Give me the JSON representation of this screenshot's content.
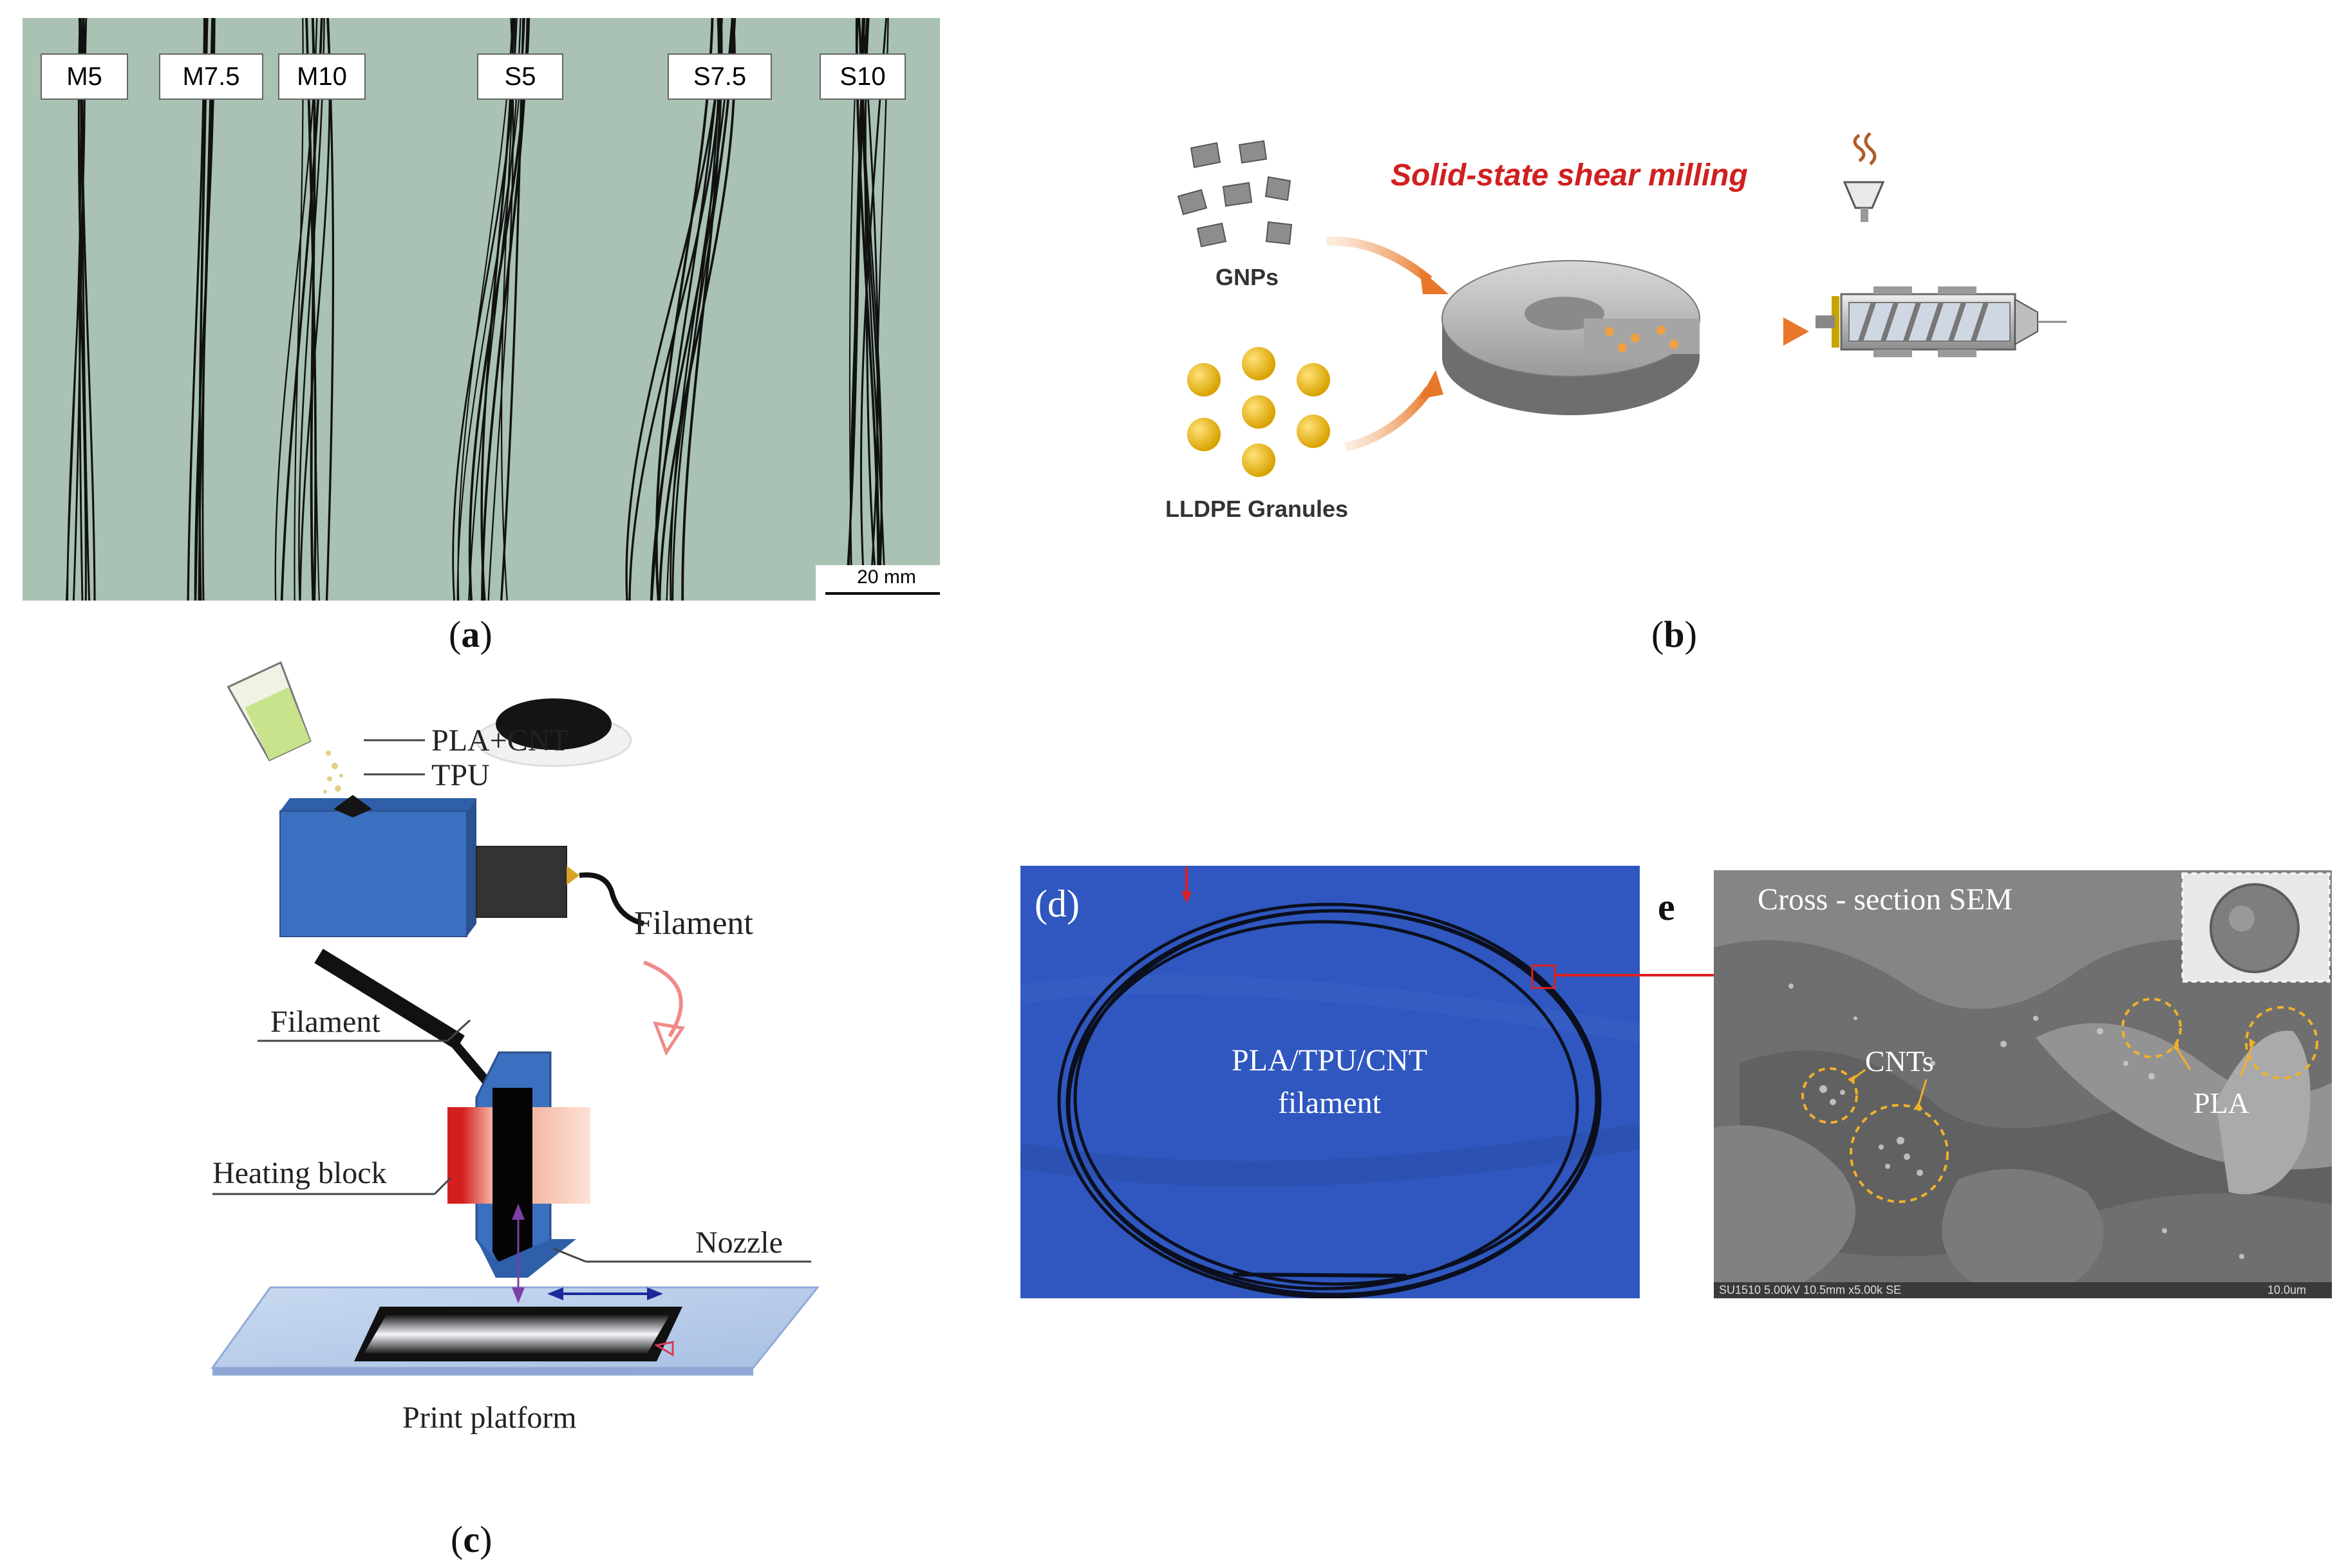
{
  "panel_a": {
    "samples": [
      "M5",
      "M7.5",
      "M10",
      "S5",
      "S7.5",
      "S10"
    ],
    "scale_bar": "20 mm",
    "caption_letter": "a"
  },
  "panel_b": {
    "title": "Solid-state shear milling",
    "gnps": "GNPs",
    "granules": "LLDPE Granules",
    "caption_letter": "b",
    "colors": {
      "title": "#d0201f",
      "arrow": "#e8772a",
      "granule": "#e6b21c"
    }
  },
  "panel_c": {
    "pla_cnt": "PLA+CNT",
    "tpu": "TPU",
    "filament_out": "Filament",
    "filament_in": "Filament",
    "heating_block": "Heating block",
    "nozzle": "Nozzle",
    "print_platform": "Print platform",
    "caption_letter": "c"
  },
  "panel_d": {
    "letter": "(d)",
    "filament_line1": "PLA/TPU/CNT",
    "filament_line2": "filament"
  },
  "panel_e": {
    "letter": "e",
    "title": "Cross - section SEM",
    "cnts": "CNTs",
    "pla": "PLA",
    "info_bar": "SU1510 5.00kV 10.5mm x5.00k SE",
    "scale": "10.0um"
  }
}
